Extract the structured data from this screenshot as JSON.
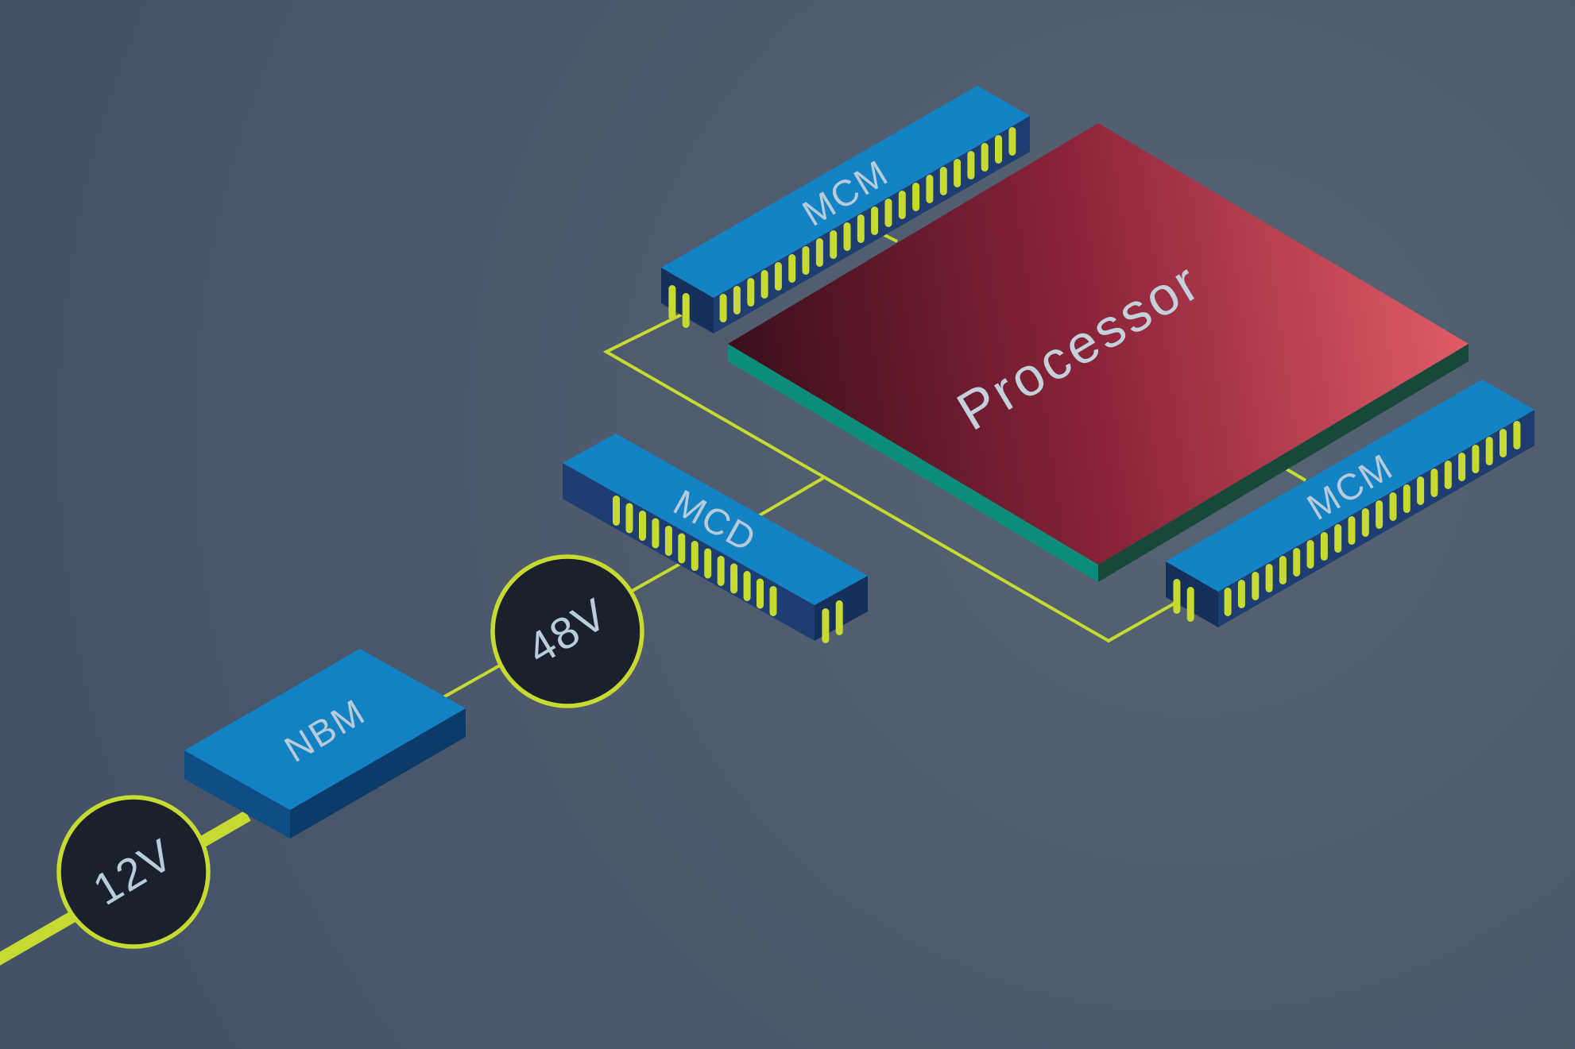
{
  "diagram": {
    "processor": {
      "label": "Processor"
    },
    "chips": {
      "mcm_top": {
        "label": "MCM"
      },
      "mcm_right": {
        "label": "MCM"
      },
      "mcd": {
        "label": "MCD"
      },
      "nbm": {
        "label": "NBM"
      }
    },
    "rails": {
      "v48": {
        "label": "48V"
      },
      "v12": {
        "label": "12V"
      }
    },
    "colors": {
      "background": "#4a586b",
      "trace_accent": "#c6da31",
      "chip_top_blue": "#1483c6",
      "chip_side_navy": "#1e3d70",
      "chip_end_navy": "#16305c",
      "nbm_side_left": "#0f4d86",
      "nbm_side_right": "#0c3a69",
      "processor_dark": "#390e1c",
      "processor_mid": "#8d2439",
      "processor_light": "#e25c68",
      "processor_edge_teal": "#0c8d7c",
      "processor_edge_dark_teal": "#17493b",
      "node_fill": "#1b212c",
      "label_text": "#b7cbd8"
    }
  }
}
